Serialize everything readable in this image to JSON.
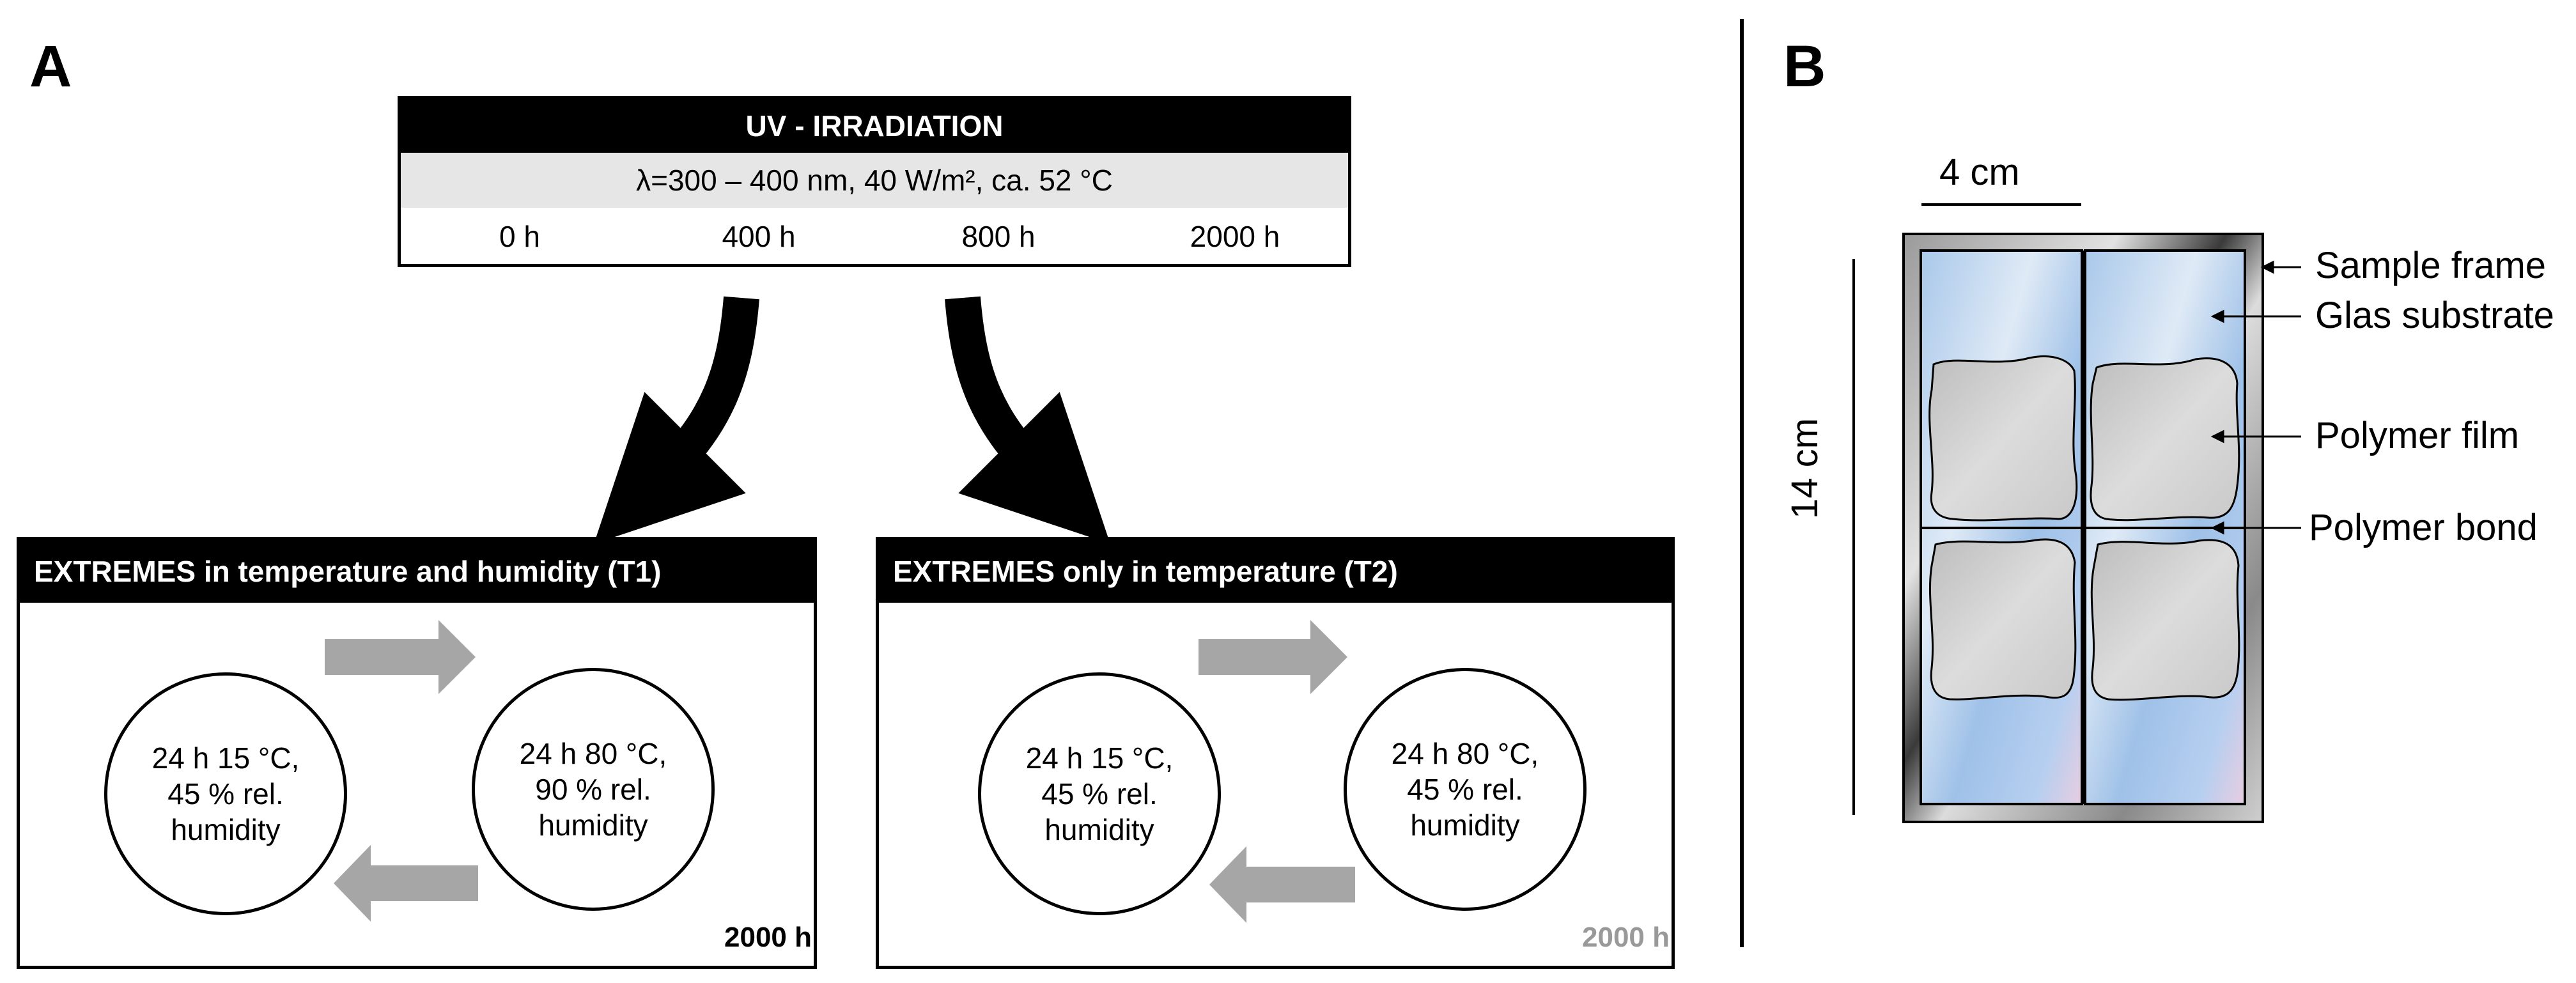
{
  "panel_a": {
    "letter": "A",
    "uv": {
      "title": "UV - IRRADIATION",
      "spec": "λ=300 – 400 nm, 40 W/m², ca. 52 °C",
      "times": [
        "0 h",
        "400 h",
        "800 h",
        "2000 h"
      ]
    },
    "t1": {
      "title": "EXTREMES in temperature and humidity (T1)",
      "circle_left": [
        "24 h 15 °C,",
        "45 % rel.",
        "humidity"
      ],
      "circle_right": [
        "24 h 80 °C,",
        "90 % rel.",
        "humidity"
      ],
      "duration": "2000 h",
      "duration_color": "#000000"
    },
    "t2": {
      "title": "EXTREMES only in temperature (T2)",
      "circle_left": [
        "24 h 15 °C,",
        "45 % rel.",
        "humidity"
      ],
      "circle_right": [
        "24 h 80 °C,",
        "45 % rel.",
        "humidity"
      ],
      "duration": "2000 h",
      "duration_color": "#999999"
    }
  },
  "panel_b": {
    "letter": "B",
    "width_label": "4 cm",
    "height_label": "14 cm",
    "annotations": {
      "sample_frame": "Sample frame",
      "glas_substrate": "Glas substrate",
      "polymer_film": "Polymer film",
      "polymer_bond": "Polymer bond"
    }
  },
  "colors": {
    "arrow_grey": "#a6a6a6",
    "glass_blue": "#a9c8ea",
    "film_grey": "#d4d4d4"
  }
}
